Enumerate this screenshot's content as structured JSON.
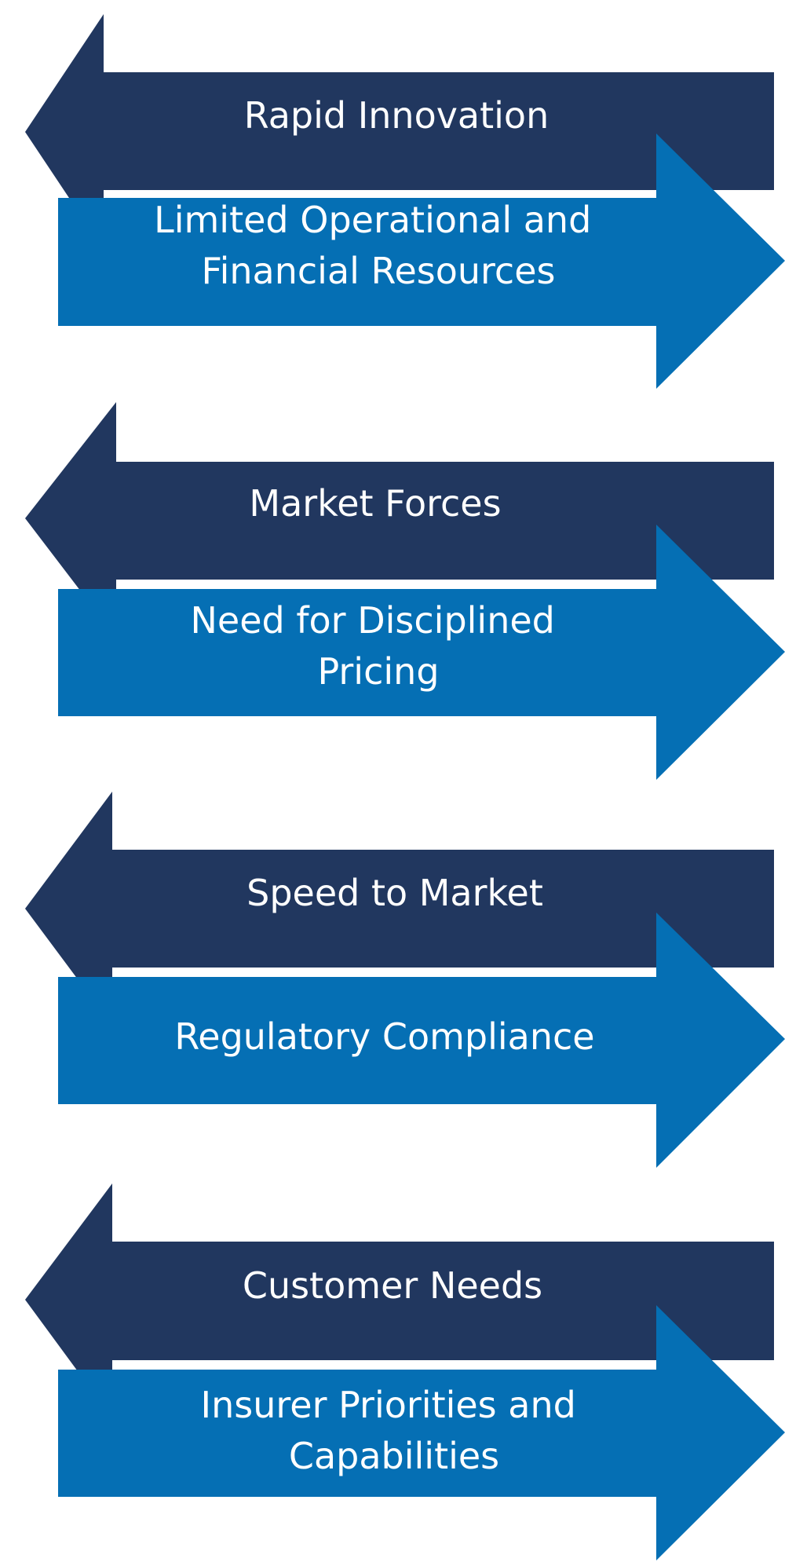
{
  "colors": {
    "left_arrow": "#21375f",
    "right_arrow": "#056fb4",
    "text": "#ffffff",
    "background": "#ffffff"
  },
  "pairs": [
    {
      "left_arrow": {
        "text": "Rapid Innovation"
      },
      "right_arrow": {
        "lines": [
          "Limited Operational and",
          "Financial Resources"
        ]
      }
    },
    {
      "left_arrow": {
        "text": "Market Forces"
      },
      "right_arrow": {
        "lines": [
          "Need for Disciplined",
          "Pricing"
        ]
      }
    },
    {
      "left_arrow": {
        "text": "Speed to Market"
      },
      "right_arrow": {
        "lines": [
          "Regulatory Compliance"
        ]
      }
    },
    {
      "left_arrow": {
        "text": "Customer Needs"
      },
      "right_arrow": {
        "lines": [
          "Insurer Priorities and",
          "Capabilities"
        ]
      }
    }
  ]
}
